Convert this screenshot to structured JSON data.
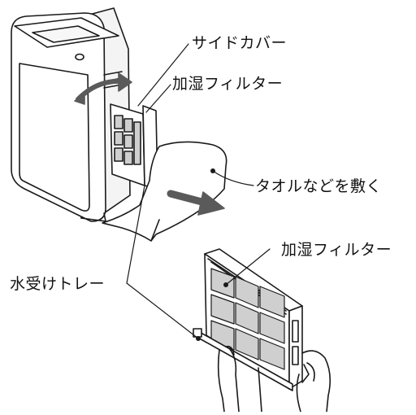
{
  "labels": {
    "side_cover": "サイドカバー",
    "humidifier_filter_top": "加湿フィルター",
    "towel_instruction": "タオルなどを敷く",
    "humidifier_filter_bottom": "加湿フィルター",
    "water_tray": "水受けトレー"
  },
  "colors": {
    "line": "#1a1a1a",
    "body_fill": "#ffffff",
    "filter_cell": "#cfcfcf",
    "arrow": "#5a5a5a"
  }
}
